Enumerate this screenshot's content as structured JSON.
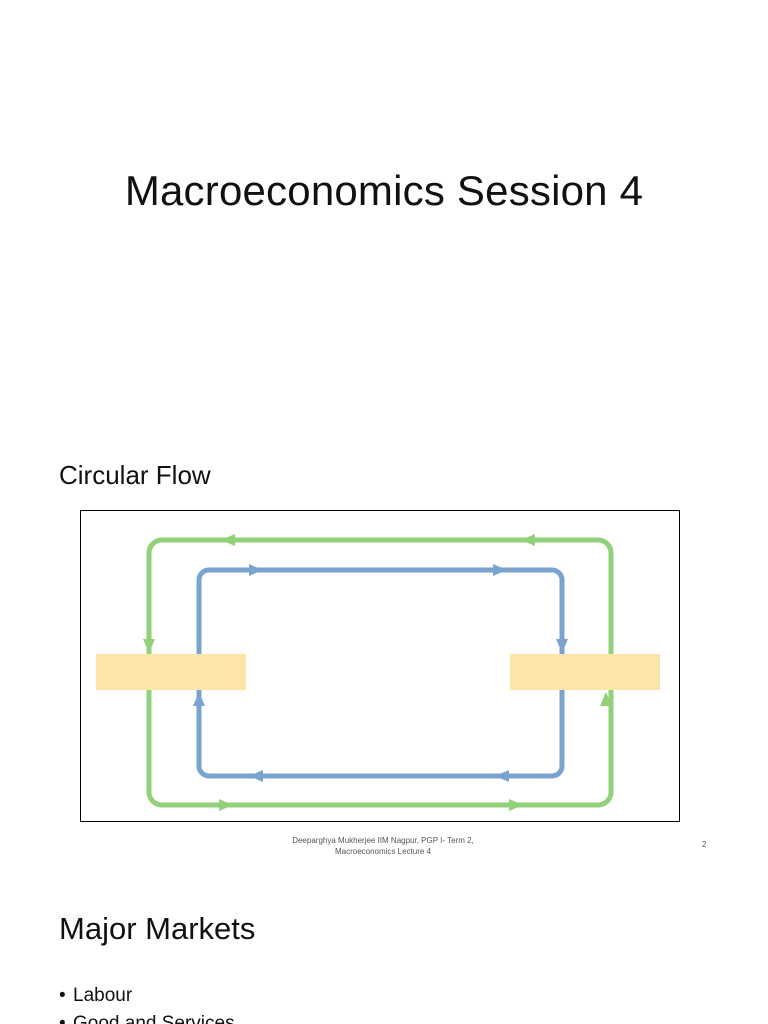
{
  "slides": {
    "session_title": "Macroeconomics Session 4",
    "circular_flow_heading": "Circular Flow",
    "footer_line1": "Deeparghya Mukherjee IIM Nagpur, PGP I- Term 2,",
    "footer_line2": "Macroeconomics Lecture 4",
    "page_number": "2",
    "major_markets_heading": "Major Markets",
    "bullets": [
      "Labour",
      "Good and Services"
    ]
  },
  "diagram": {
    "colors": {
      "outer_flow": "#92d07a",
      "inner_flow": "#7ba3d0",
      "sector_box": "#fde5a8"
    }
  }
}
